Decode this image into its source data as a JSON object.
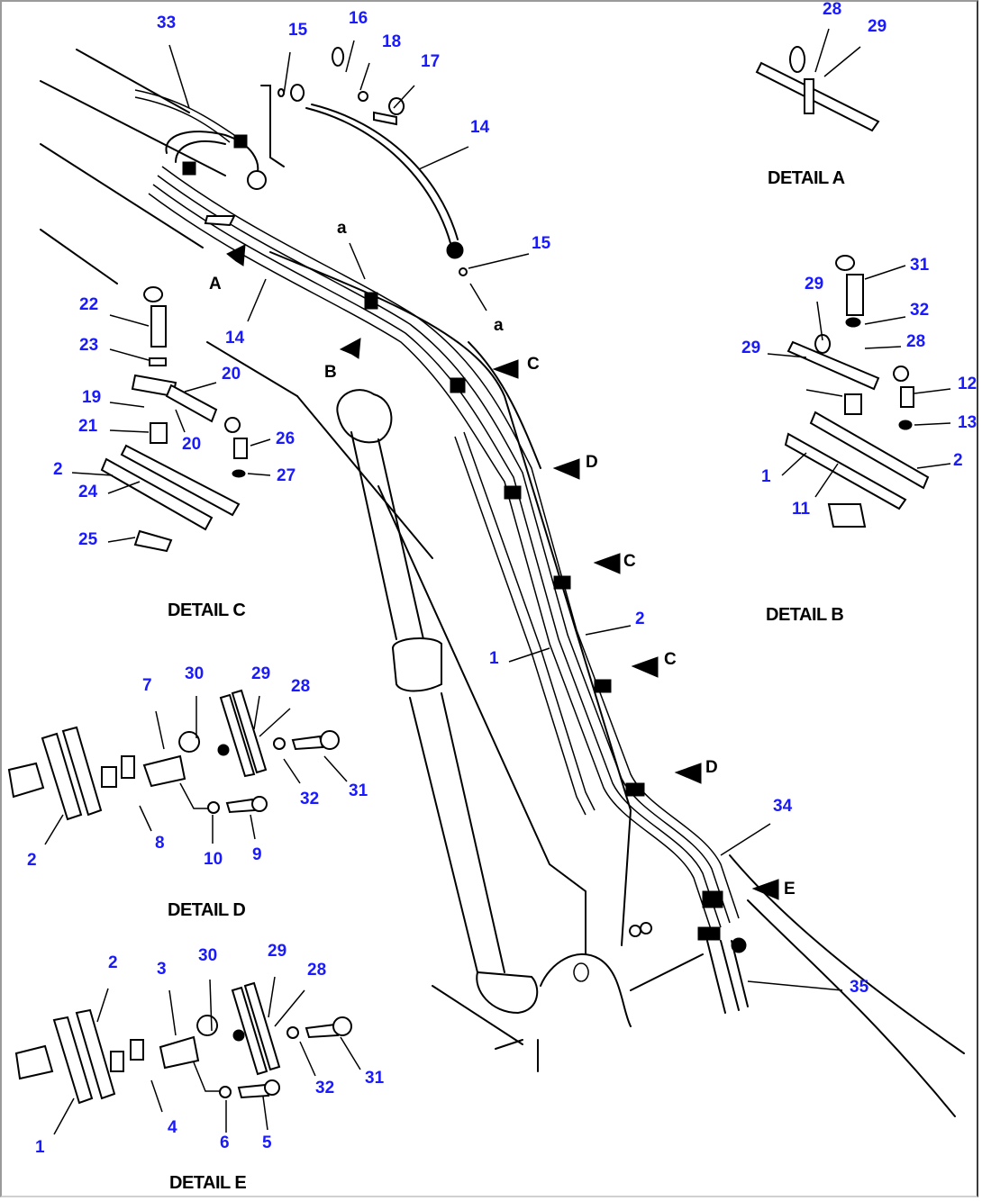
{
  "diagram": {
    "title": "Boom hydraulic piping parts diagram",
    "colors": {
      "callout": "#1a1aff",
      "line": "#000000",
      "background": "#ffffff"
    },
    "details": {
      "A": "DETAIL A",
      "B": "DETAIL B",
      "C": "DETAIL C",
      "D": "DETAIL D",
      "E": "DETAIL E"
    },
    "view_markers": {
      "arrow_A": "A",
      "arrow_B": "B",
      "arrow_C1": "C",
      "arrow_C2": "C",
      "arrow_C3": "C",
      "arrow_D1": "D",
      "arrow_D2": "D",
      "arrow_E": "E",
      "section_a1": "a",
      "section_a2": "a"
    },
    "callouts": {
      "main": {
        "n33": "33",
        "n15a": "15",
        "n16": "16",
        "n18": "18",
        "n17": "17",
        "n14a": "14",
        "n15b": "15",
        "n14b": "14",
        "n1": "1",
        "n2": "2",
        "n34": "34",
        "n35": "35"
      },
      "detail_a": {
        "n28": "28",
        "n29": "29"
      },
      "detail_b": {
        "n31": "31",
        "n29a": "29",
        "n32": "32",
        "n29b": "29",
        "n28": "28",
        "n12": "12",
        "n13": "13",
        "n1": "1",
        "n2": "2",
        "n11": "11"
      },
      "detail_c": {
        "n22": "22",
        "n23": "23",
        "n20a": "20",
        "n19": "19",
        "n21": "21",
        "n20b": "20",
        "n26": "26",
        "n27": "27",
        "n2": "2",
        "n24": "24",
        "n25": "25"
      },
      "detail_d": {
        "n7": "7",
        "n30": "30",
        "n29": "29",
        "n28": "28",
        "n32": "32",
        "n31": "31",
        "n2": "2",
        "n8": "8",
        "n10": "10",
        "n9": "9"
      },
      "detail_e": {
        "n2": "2",
        "n3": "3",
        "n30": "30",
        "n29": "29",
        "n28": "28",
        "n32": "32",
        "n31": "31",
        "n1": "1",
        "n4": "4",
        "n6": "6",
        "n5": "5"
      }
    }
  }
}
